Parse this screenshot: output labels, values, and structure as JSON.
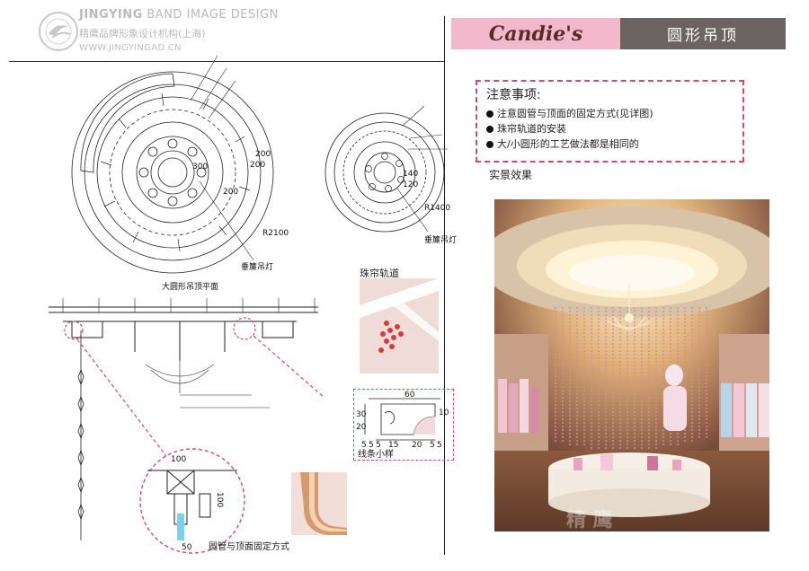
{
  "header": {
    "company_en_bold": "JINGYING",
    "company_en_rest": "BAND IMAGE DESIGN",
    "company_cn": "精鹰品牌形象设计机构(上海)",
    "website": "WWW.JINGYINGAD.CN",
    "brand": "Candie's",
    "page_title": "圆形吊顶"
  },
  "notes": {
    "title": "注意事项:",
    "items": [
      "注意圆管与顶面的固定方式(见详图)",
      "珠帘轨道的安装",
      "大/小圆形的工艺做法都是相同的"
    ]
  },
  "photo_label": "实景效果",
  "drawings": {
    "big_plan_dims": [
      "300",
      "200",
      "200",
      "200",
      "R2100"
    ],
    "big_plan_label": "垂簾吊灯",
    "small_plan_dims": [
      "140",
      "120",
      "R1400"
    ],
    "small_plan_label": "垂簾吊灯",
    "section_title": "大圆形吊顶平面",
    "bead_track_label": "珠帘轨道",
    "profile_dims": [
      "60",
      "30",
      "20",
      "10",
      "5",
      "5",
      "5",
      "15",
      "20",
      "5",
      "5"
    ],
    "profile_label": "线条小样",
    "detail_dims": [
      "100",
      "100",
      "50"
    ],
    "detail_label": "圆管与顶面固定方式"
  }
}
